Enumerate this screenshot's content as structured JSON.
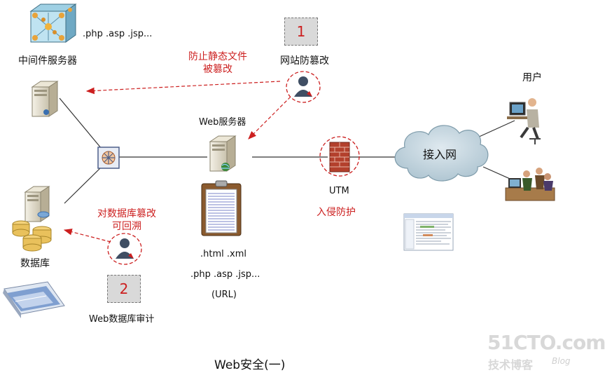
{
  "title": "Web安全(一)",
  "nodes": {
    "middleware_label": "中间件服务器",
    "middleware_ext": ".php .asp .jsp...",
    "database_label": "数据库",
    "web_server_label": "Web服务器",
    "web_files": [
      ".html  .xml",
      ".php  .asp .jsp...",
      "(URL)"
    ],
    "utm_label": "UTM",
    "access_network_label": "接入网",
    "user_label": "用户"
  },
  "annotations": {
    "box1_number": "1",
    "box1_label": "网站防篡改",
    "box2_number": "2",
    "box2_label": "Web数据库审计",
    "prevent_static": [
      "防止静态文件",
      "被篡改"
    ],
    "db_trace": [
      "对数据库篡改",
      "可回溯"
    ],
    "intrusion": "入侵防护"
  },
  "watermark": {
    "site": "51CTO.com",
    "tagline": "技术博客",
    "blog": "Blog"
  },
  "colors": {
    "accent_red": "#cc1f1f",
    "line": "#333333",
    "cloud": "#b7cdd9"
  }
}
